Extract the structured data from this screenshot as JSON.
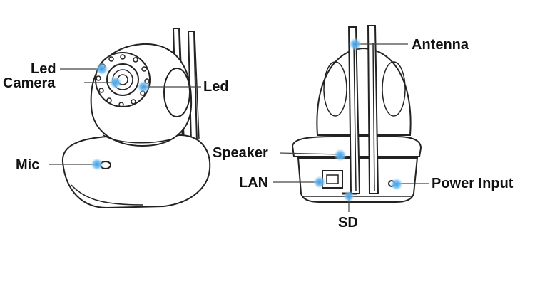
{
  "labels": {
    "led_top": "Led",
    "camera": "Camera",
    "led_right": "Led",
    "mic": "Mic",
    "antenna": "Antenna",
    "speaker": "Speaker",
    "lan": "LAN",
    "power_input": "Power Input",
    "sd": "SD"
  },
  "colors": {
    "marker": "#3aa0e8",
    "marker_glow": "#bfe3fb",
    "outline": "#222222"
  }
}
